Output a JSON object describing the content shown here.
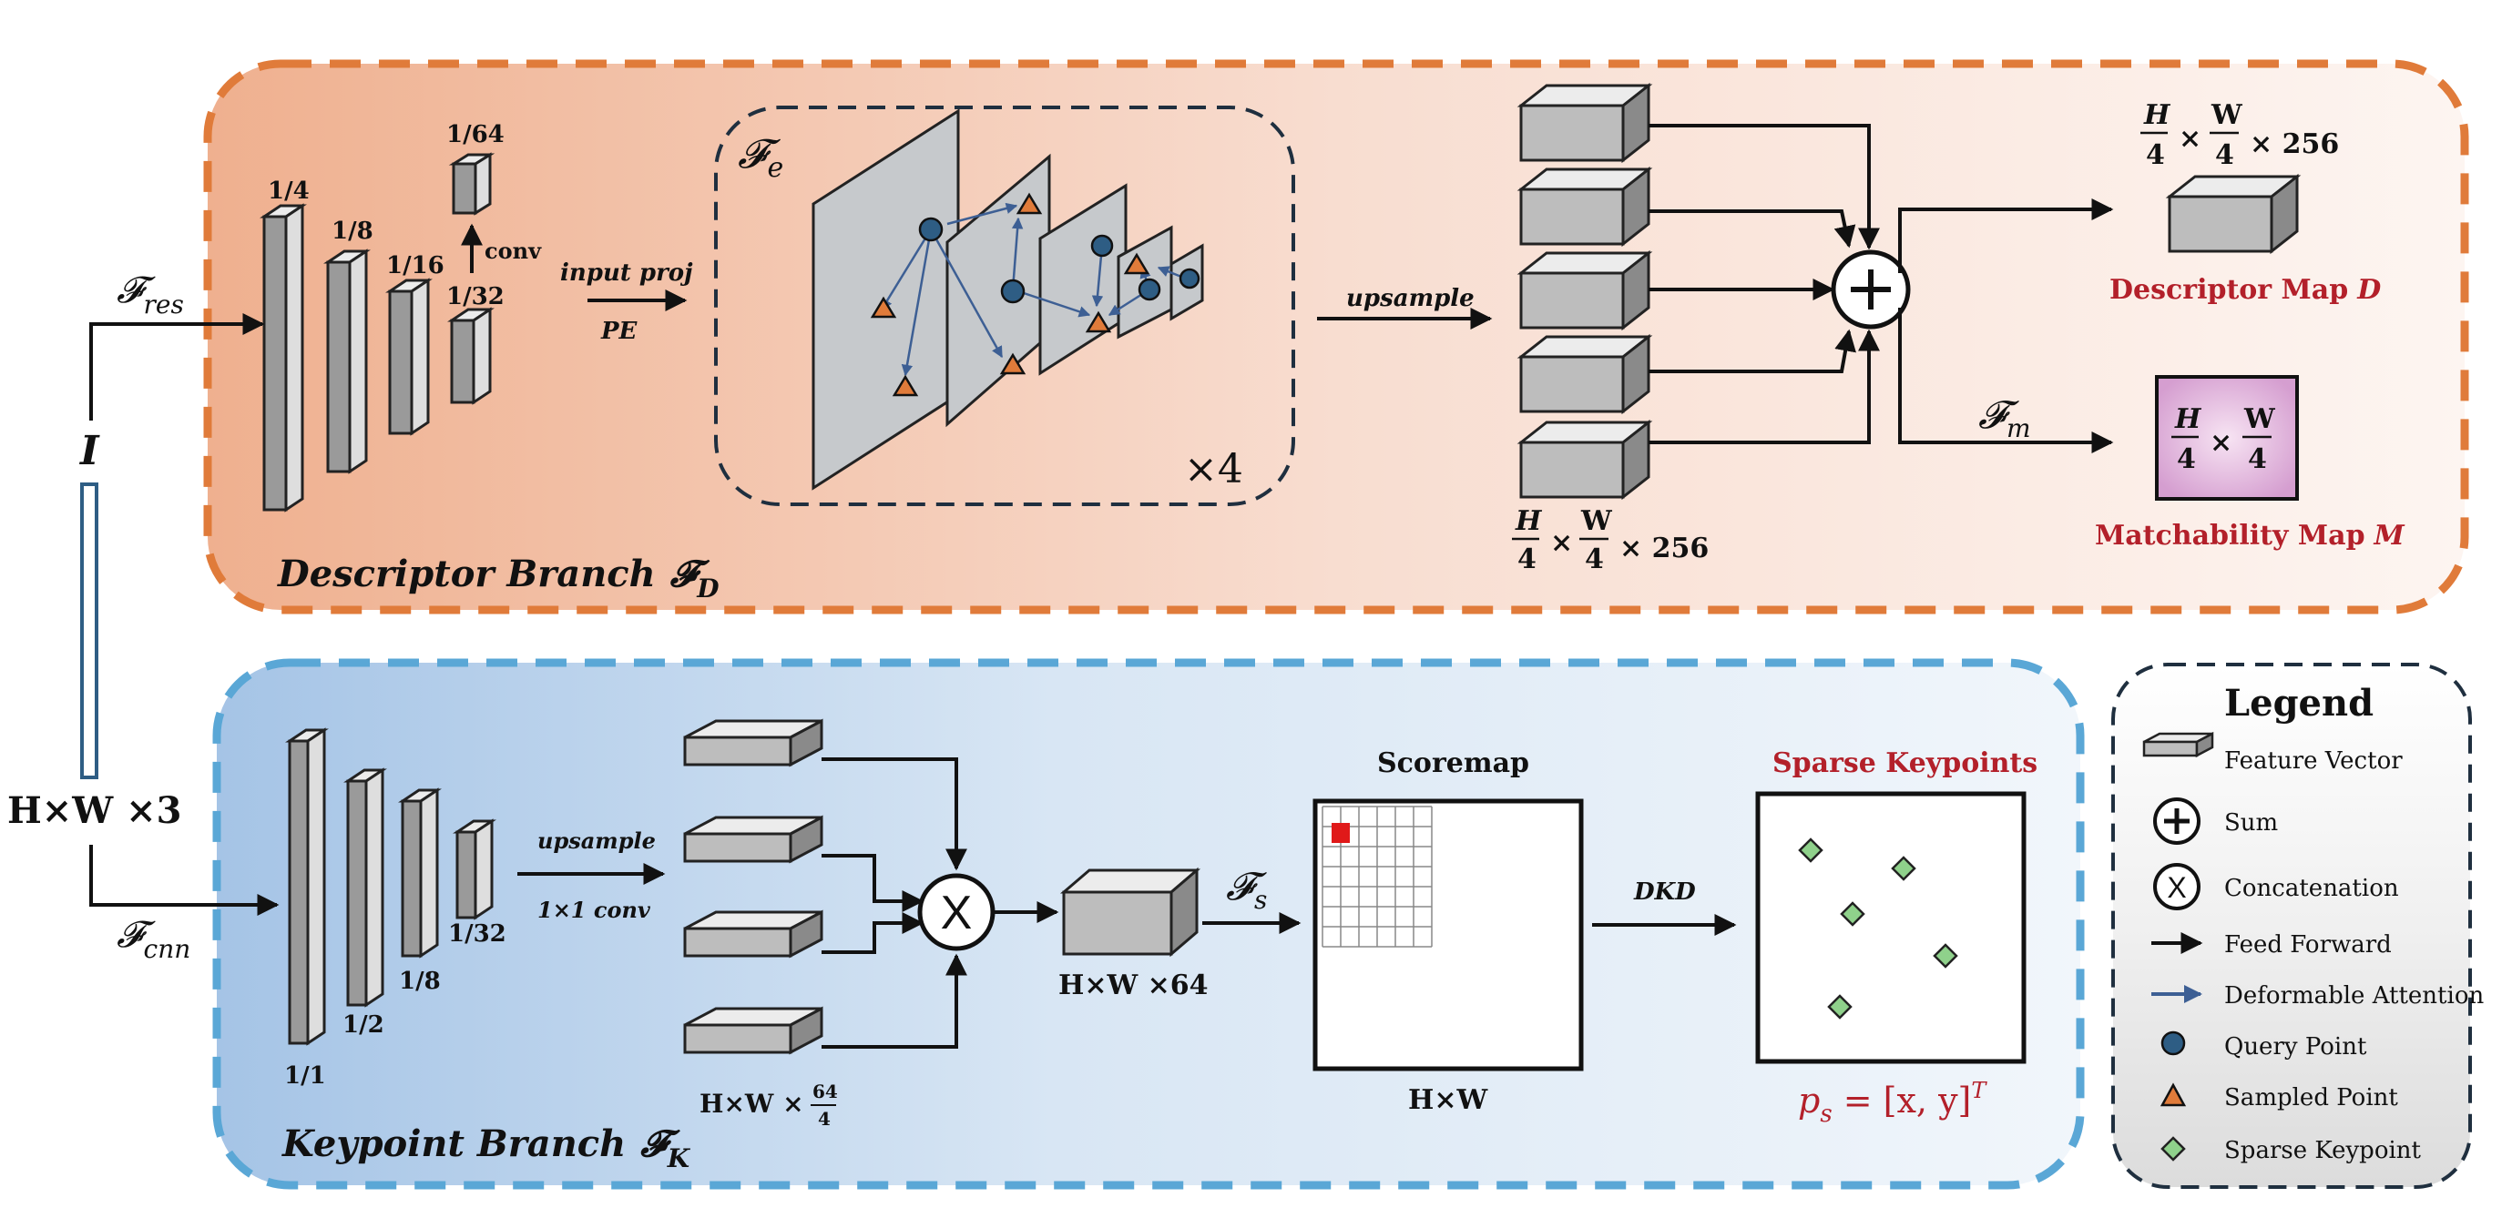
{
  "input": {
    "symbol": "I",
    "size": "H×W ×3",
    "res_label": "𝓕",
    "res_sub": "res",
    "cnn_label": "𝓕",
    "cnn_sub": "cnn"
  },
  "descriptor_branch": {
    "title": "Descriptor Branch",
    "title_symbol": "𝓕",
    "title_sub": "D",
    "scales": [
      "1/4",
      "1/8",
      "1/16",
      "1/32"
    ],
    "top_scale": "1/64",
    "conv_label": "conv",
    "input_proj": "input proj",
    "pe": "PE",
    "encoder_symbol": "𝓕",
    "encoder_sub": "e",
    "repeat": "×4",
    "upsample": "upsample",
    "feat_dim": {
      "h": "H",
      "w": "W",
      "d": "4",
      "channels": "× 256",
      "times": "×"
    },
    "m_symbol": "𝓕",
    "m_sub": "m",
    "descriptor_map": "Descriptor Map",
    "descriptor_var": "D",
    "matchability_map": "Matchability Map",
    "matchability_var": "M"
  },
  "keypoint_branch": {
    "title": "Keypoint Branch",
    "title_symbol": "𝓕",
    "title_sub": "K",
    "scales": [
      "1/1",
      "1/2",
      "1/8",
      "1/32"
    ],
    "upsample": "upsample",
    "conv": "1×1 conv",
    "concat_dim_prefix": "H×W ×",
    "concat_num": "64",
    "concat_den": "4",
    "feat_dim": "H×W ×64",
    "s_symbol": "𝓕",
    "s_sub": "s",
    "scoremap": "Scoremap",
    "scoremap_size": "H×W",
    "dkd": "DKD",
    "sparse_title": "Sparse Keypoints",
    "ps_formula": "p",
    "ps_sub": "s",
    "ps_rest": " = [x, y]",
    "ps_sup": "T"
  },
  "legend": {
    "title": "Legend",
    "items": [
      "Feature Vector",
      "Sum",
      "Concatenation",
      "Feed Forward",
      "Deformable Attention",
      "Query Point",
      "Sampled Point",
      "Sparse Keypoint"
    ]
  },
  "colors": {
    "descriptor_border": "#e07b3a",
    "keypoint_border": "#5aa7d6",
    "legend_border": "#1f2f3f",
    "red_text": "#b3202a",
    "attention_arrow": "#3d5f94",
    "query_point": "#2e5d84",
    "sampled_point": "#e07b3a",
    "sparse_keypoint": "#8fd18b"
  }
}
